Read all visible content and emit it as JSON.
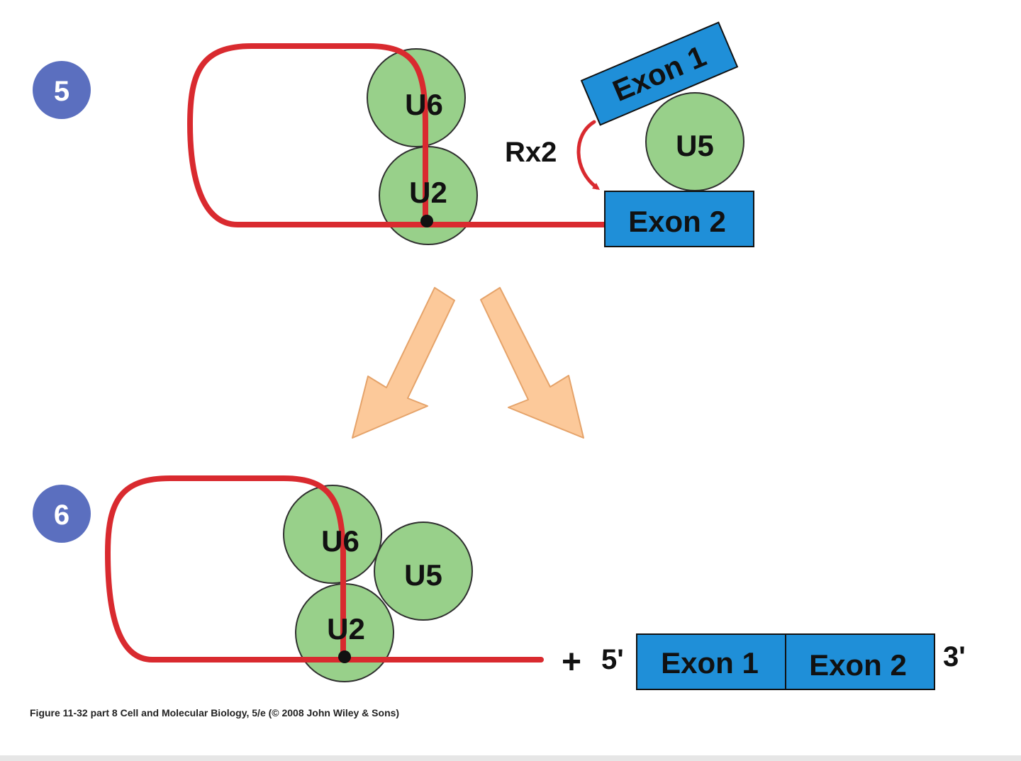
{
  "colors": {
    "rna_strand": "#d92a2f",
    "snrnp_fill": "#98d08a",
    "snrnp_stroke": "#2f2f2f",
    "exon_fill": "#1f8fd8",
    "step_badge": "#5b6fbf",
    "process_arrow_fill": "#fcc99a",
    "process_arrow_stroke": "#e5a36a"
  },
  "icons": {
    "process_arrow": "down-arrow-icon",
    "reaction_arrow": "curved-arrow-icon",
    "branch_point": "dot-icon"
  },
  "step5": {
    "number": "5",
    "u6": "U6",
    "u2": "U2",
    "u5": "U5",
    "exon1": "Exon 1",
    "exon2": "Exon 2",
    "reaction": "Rx2"
  },
  "step6": {
    "number": "6",
    "u6": "U6",
    "u5": "U5",
    "u2": "U2",
    "plus": "+",
    "five_prime": "5'",
    "exon1": "Exon 1",
    "exon2": "Exon 2",
    "three_prime": "3'"
  },
  "caption": "Figure 11-32 part 8  Cell and Molecular Biology, 5/e (© 2008 John Wiley & Sons)"
}
